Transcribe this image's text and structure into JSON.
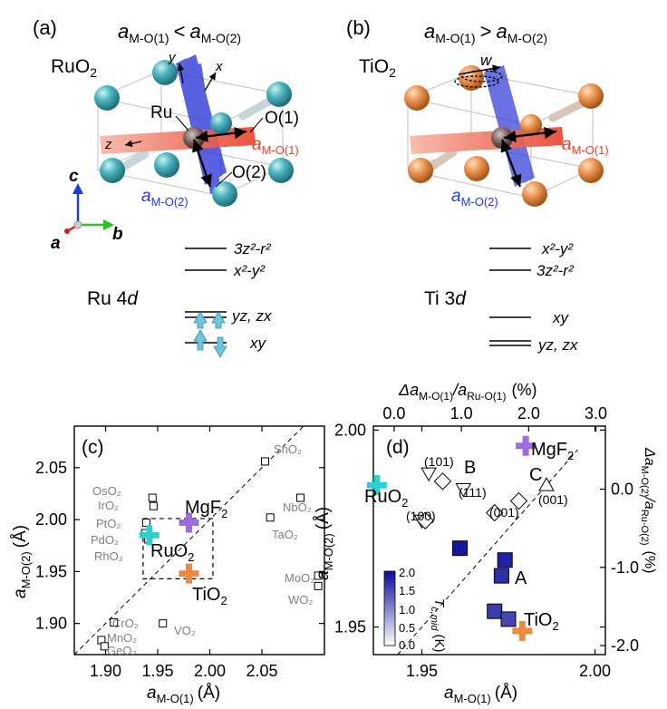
{
  "panel_a": {
    "label": "(a)",
    "heading_left": "a",
    "heading_left_sub": "M-O(1)",
    "heading_rel": "<",
    "heading_right": "a",
    "heading_right_sub": "M-O(2)",
    "compound": "RuO",
    "compound_sub": "2",
    "axis_y": "y",
    "axis_x": "x",
    "axis_z": "z",
    "atom_label": "Ru",
    "o1_label": "O(1)",
    "o2_label": "O(2)",
    "bond1": "a",
    "bond1_sub": "M-O(1)",
    "bond2": "a",
    "bond2_sub": "M-O(2)",
    "crys_c": "c",
    "crys_a": "a",
    "crys_b": "b",
    "levels": [
      "3z²-r²",
      "x²-y²",
      "yz, zx",
      "xy"
    ],
    "orbital_label": "Ru 4",
    "orbital_d": "d",
    "colors": {
      "ru_atom": "#3a9eaa",
      "bond1": "#e8402a",
      "bond2": "#2a36d8",
      "spin": "#6ec6de"
    }
  },
  "panel_b": {
    "label": "(b)",
    "heading_left": "a",
    "heading_left_sub": "M-O(1)",
    "heading_rel": ">",
    "heading_right": "a",
    "heading_right_sub": "M-O(2)",
    "compound": "TiO",
    "compound_sub": "2",
    "w_label": "w",
    "bond1": "a",
    "bond1_sub": "M-O(1)",
    "bond2": "a",
    "bond2_sub": "M-O(2)",
    "levels": [
      "x²-y²",
      "3z²-r²",
      "xy",
      "yz, zx"
    ],
    "orbital_label": "Ti 3",
    "orbital_d": "d",
    "colors": {
      "ti_atom": "#e8934e"
    }
  },
  "panel_c": {
    "label": "(c)",
    "xlabel": "a",
    "xlabel_sub": "M-O(1)",
    "xlabel_unit": "(Å)",
    "ylabel": "a",
    "ylabel_sub": "M-O(2)",
    "ylabel_unit": "(Å)",
    "xticks": [
      "1.90",
      "1.95",
      "2.00",
      "2.05"
    ],
    "yticks": [
      "1.90",
      "1.95",
      "2.00",
      "2.05"
    ],
    "compound_labels": [
      "OsO₂",
      "IrO₂",
      "PtO₂",
      "PdO₂",
      "RhO₂",
      "SnO₂",
      "NbO₂",
      "TaO₂",
      "MoO₂",
      "WO₂",
      "CrO₂",
      "MnO₂",
      "GeO₂",
      "VO₂"
    ],
    "big_labels": {
      "mgf2": "MgF",
      "mgf2_sub": "2",
      "ruo2": "RuO",
      "ruo2_sub": "2",
      "tio2": "TiO",
      "tio2_sub": "2"
    }
  },
  "panel_d": {
    "label": "(d)",
    "xlabel": "a",
    "xlabel_sub": "M-O(1)",
    "xlabel_unit": "(Å)",
    "ylabel": "a",
    "ylabel_sub": "M-O(2)",
    "ylabel_unit": "(Å)",
    "top_label": "Δa",
    "top_label_sub1": "M-O(1)",
    "top_label_mid": "/a",
    "top_label_sub2": "Ru-O(1)",
    "top_label_unit": "(%)",
    "right_label": "Δa",
    "right_label_sub1": "M-O(2)",
    "right_label_mid": "/a",
    "right_label_sub2": "Ru-O(2)",
    "right_label_unit": "(%)",
    "xticks": [
      "1.95",
      "2.00"
    ],
    "yticks": [
      "1.95",
      "2.00"
    ],
    "top_ticks": [
      "0.0",
      "1.0",
      "2.0",
      "3.0"
    ],
    "right_ticks": [
      "0.0",
      "-1.0",
      "-2.0"
    ],
    "annotations": [
      "(101)",
      "B",
      "(111)",
      "(100)",
      "C",
      "(001)",
      "(001)",
      "A"
    ],
    "big_labels": {
      "mgf2": "MgF",
      "mgf2_sub": "2",
      "ruo2": "RuO",
      "ruo2_sub": "2",
      "tio2": "TiO",
      "tio2_sub": "2"
    },
    "colorbar_label": "T",
    "colorbar_sub": "c,mid",
    "colorbar_unit": "(K)",
    "colorbar_ticks": [
      "2.0",
      "1.5",
      "1.0",
      "0.5",
      "0.0"
    ]
  },
  "chart_data": [
    {
      "type": "scatter",
      "panel": "(c)",
      "xlabel": "aM-O(1) (Å)",
      "ylabel": "aM-O(2) (Å)",
      "xlim": [
        1.87,
        2.11
      ],
      "ylim": [
        1.87,
        2.09
      ],
      "series": [
        {
          "name": "",
          "points": [
            {
              "label": "OsO₂",
              "x": 1.945,
              "y": 2.021
            },
            {
              "label": "IrO₂",
              "x": 1.946,
              "y": 2.013
            },
            {
              "label": "PtO₂",
              "x": 1.939,
              "y": 1.997
            },
            {
              "label": "PdO₂",
              "x": 1.938,
              "y": 1.987
            },
            {
              "label": "RhO₂",
              "x": 1.941,
              "y": 1.981
            },
            {
              "label": "SnO₂",
              "x": 2.053,
              "y": 2.056
            },
            {
              "label": "NbO₂",
              "x": 2.087,
              "y": 2.021
            },
            {
              "label": "TaO₂",
              "x": 2.058,
              "y": 2.002
            },
            {
              "label": "MoO₂",
              "x": 2.104,
              "y": 1.946
            },
            {
              "label": "WO₂",
              "x": 2.104,
              "y": 1.936
            },
            {
              "label": "CrO₂",
              "x": 1.908,
              "y": 1.901
            },
            {
              "label": "MnO₂",
              "x": 1.896,
              "y": 1.884
            },
            {
              "label": "GeO₂",
              "x": 1.899,
              "y": 1.878
            },
            {
              "label": "VO₂",
              "x": 1.955,
              "y": 1.9
            }
          ]
        },
        {
          "name": "",
          "points": [
            {
              "label": "MgF₂",
              "x": 1.98,
              "y": 1.997,
              "color": "#a06ae0"
            },
            {
              "label": "RuO₂",
              "x": 1.942,
              "y": 1.985,
              "color": "#2ecfcf"
            },
            {
              "label": "TiO₂",
              "x": 1.98,
              "y": 1.948,
              "color": "#f08a3a"
            }
          ]
        }
      ]
    },
    {
      "type": "scatter",
      "panel": "(d)",
      "xlabel": "aM-O(1) (Å)",
      "ylabel": "aM-O(2) (Å)",
      "xlim": [
        1.936,
        2.003
      ],
      "ylim": [
        1.943,
        2.001
      ],
      "series": [
        {
          "name": "",
          "marker": "triangle-down",
          "points": [
            {
              "x": 1.952,
              "y": 1.989
            },
            {
              "x": 1.962,
              "y": 1.985
            },
            {
              "x": 1.95,
              "y": 1.977
            }
          ]
        },
        {
          "name": "",
          "marker": "diamond",
          "points": [
            {
              "x": 1.956,
              "y": 1.987
            },
            {
              "x": 1.951,
              "y": 1.977
            },
            {
              "x": 1.971,
              "y": 1.979
            },
            {
              "x": 1.978,
              "y": 1.982
            }
          ]
        },
        {
          "name": "",
          "marker": "triangle-up",
          "points": [
            {
              "x": 1.986,
              "y": 1.986
            }
          ]
        },
        {
          "name": "",
          "marker": "square",
          "points": [
            {
              "x": 1.961,
              "y": 1.97,
              "tc": 1.9
            },
            {
              "x": 1.974,
              "y": 1.967,
              "tc": 1.8
            },
            {
              "x": 1.973,
              "y": 1.963,
              "tc": 1.7
            },
            {
              "x": 1.971,
              "y": 1.954,
              "tc": 1.6
            },
            {
              "x": 1.975,
              "y": 1.952,
              "tc": 1.5
            }
          ]
        },
        {
          "name": "",
          "points": [
            {
              "label": "MgF₂",
              "x": 1.98,
              "y": 1.996,
              "color": "#a06ae0"
            },
            {
              "label": "RuO₂",
              "x": 1.937,
              "y": 1.986,
              "color": "#2ecfcf"
            },
            {
              "label": "TiO₂",
              "x": 1.979,
              "y": 1.949,
              "color": "#f08a3a"
            }
          ]
        }
      ]
    }
  ]
}
